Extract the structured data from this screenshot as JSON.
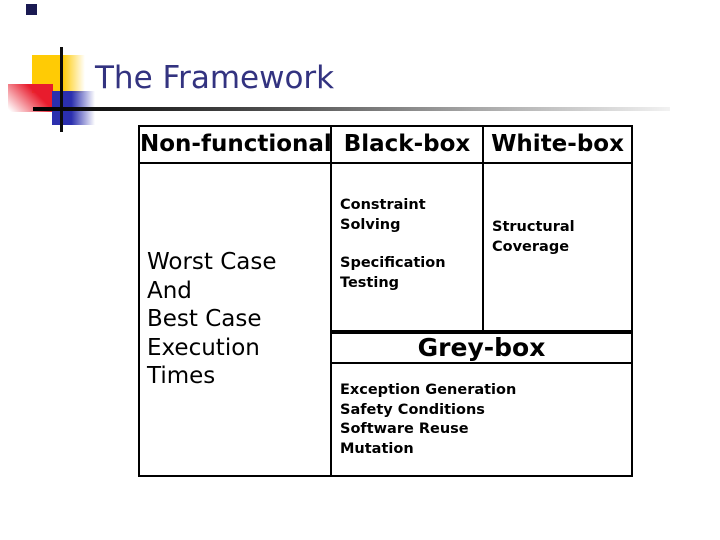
{
  "slide": {
    "title": "The Framework",
    "colors": {
      "title_text": "#333380",
      "body_text": "#000000",
      "table_border": "#000000",
      "logo_yellow": "#FFCB05",
      "logo_red": "#E81C2D",
      "logo_blue": "#2B2FAE",
      "rule_gradient_start": "#000000",
      "rule_gradient_end": "#F2F2F2"
    },
    "table": {
      "headers": [
        "Non-functional",
        "Black-box",
        "White-box"
      ],
      "non_functional": {
        "lines": [
          "Worst Case",
          "And",
          "Best Case",
          "Execution",
          "Times"
        ]
      },
      "black_box": {
        "items": [
          "Constraint Solving",
          "Specification Testing"
        ]
      },
      "white_box": {
        "items": [
          "Structural Coverage"
        ]
      },
      "grey_box": {
        "header": "Grey-box",
        "items": [
          "Exception Generation",
          "Safety Conditions",
          "Software Reuse",
          "Mutation"
        ]
      }
    }
  }
}
